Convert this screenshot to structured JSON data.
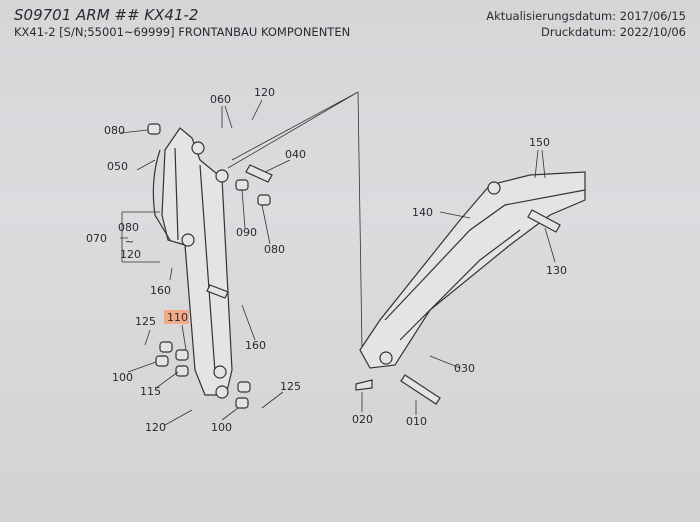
{
  "header": {
    "title": "S09701 ARM ## KX41-2",
    "subtitle": "KX41-2 [S/N;55001~69999] FRONTANBAU KOMPONENTEN",
    "update_date": "Aktualisierungsdatum: 2017/06/15",
    "print_date": "Druckdatum: 2022/10/06"
  },
  "diagram": {
    "highlight_color": "#f6a27a",
    "labels": {
      "l120a": "120",
      "l060": "060",
      "l080a": "080",
      "l050": "050",
      "l040": "040",
      "l070": "070",
      "l080b": "080",
      "ltilde": "~",
      "l120b": "120",
      "l090": "090",
      "l080c": "080",
      "l160a": "160",
      "l110": "110",
      "l125a": "125",
      "l160b": "160",
      "l100a": "100",
      "l115": "115",
      "l125b": "125",
      "l120c": "120",
      "l100b": "100",
      "l150": "150",
      "l140": "140",
      "l130": "130",
      "l030": "030",
      "l020": "020",
      "l010": "010"
    }
  }
}
